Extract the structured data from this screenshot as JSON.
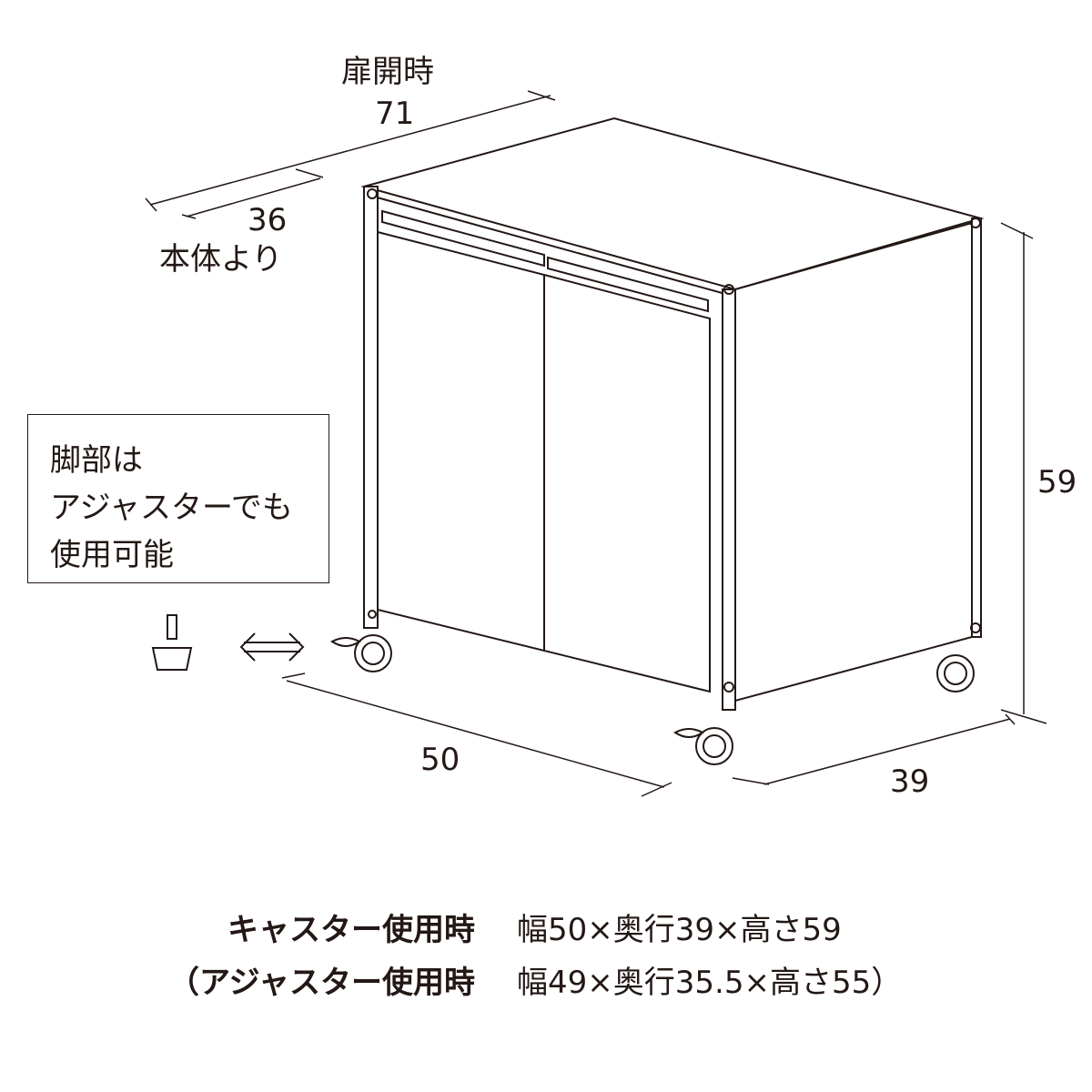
{
  "dimensions": {
    "door_open_label": "扉開時",
    "door_open_width": "71",
    "from_body_value": "36",
    "from_body_label": "本体より",
    "height": "59",
    "width": "50",
    "depth": "39"
  },
  "note": {
    "lines": [
      "脚部は",
      "アジャスターでも",
      "使用可能"
    ]
  },
  "specs": [
    {
      "label": "キャスター使用時",
      "value": "幅50×奥行39×高さ59"
    },
    {
      "label": "（アジャスター使用時",
      "value": "幅49×奥行35.5×高さ55）"
    }
  ],
  "colors": {
    "line": "#231815",
    "background": "#ffffff"
  }
}
